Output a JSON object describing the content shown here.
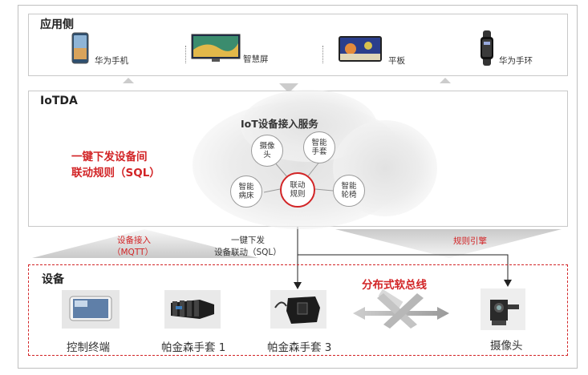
{
  "app_layer": {
    "title": "应用侧",
    "devices": [
      {
        "label": "华为手机",
        "icon": "phone-icon"
      },
      {
        "label": "智慧屏",
        "icon": "smart-screen-icon"
      },
      {
        "label": "平板",
        "icon": "tablet-icon"
      },
      {
        "label": "华为手环",
        "icon": "band-icon"
      }
    ]
  },
  "iotda": {
    "title": "IoTDA",
    "rule_text": [
      "一键下发设备间",
      "联动规则（SQL）"
    ],
    "service_title": "IoT设备接入服务",
    "nodes": {
      "camera": "摄像头",
      "glove": "智能手套",
      "bed": "智能病床",
      "linkage": "联动规则",
      "wheelchair": "智能轮椅"
    }
  },
  "flows": {
    "device_access": [
      "设备接入",
      "（MQTT）"
    ],
    "one_click": [
      "一键下发",
      "设备联动（SQL）"
    ],
    "rule_engine": "规则引擎"
  },
  "device_layer": {
    "title": "设备",
    "bus_label": "分布式软总线",
    "devices": [
      {
        "label": "控制终端",
        "icon": "control-terminal-icon"
      },
      {
        "label": "帕金森手套 1",
        "icon": "glove-icon"
      },
      {
        "label": "帕金森手套 3",
        "icon": "glove-icon"
      },
      {
        "label": "摄像头",
        "icon": "camera-icon"
      }
    ]
  },
  "colors": {
    "accent": "#d22426",
    "border": "#c8c8c8",
    "cloud": "#e6e6e6"
  }
}
